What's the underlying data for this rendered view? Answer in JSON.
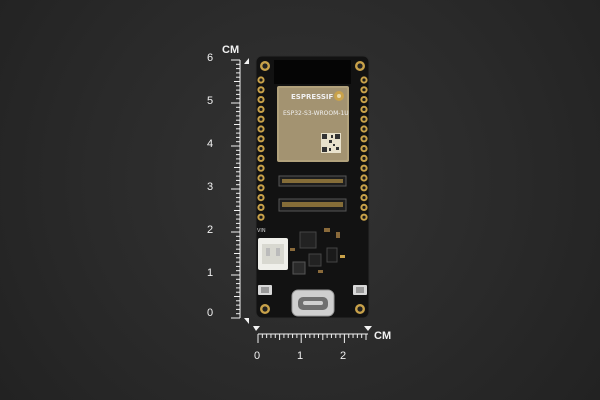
{
  "vertical_ruler": {
    "unit": "CM",
    "ticks": [
      "6",
      "5",
      "4",
      "3",
      "2",
      "1",
      "0"
    ]
  },
  "horizontal_ruler": {
    "unit": "CM",
    "ticks": [
      "0",
      "1",
      "2"
    ]
  },
  "module": {
    "brand": "ESPRESSIF",
    "model": "ESP32-S3-WROOM-1U"
  },
  "board": {
    "connector_label": "VIN"
  },
  "colors": {
    "background": "#2a2a2a",
    "pcb": "#121212",
    "module_shield": "#b2a27c",
    "gold_pad": "#c9a24a",
    "ruler": "#f2f2f2"
  }
}
